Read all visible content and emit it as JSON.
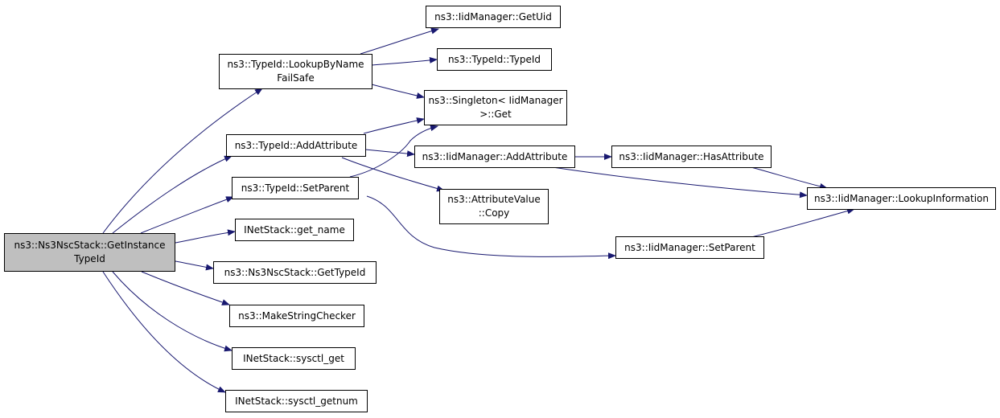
{
  "graph": {
    "edge_color": "#191970",
    "root_fill": "#bfbfbf",
    "nodes": [
      {
        "id": "root",
        "label": "ns3::Ns3NscStack::GetInstance\nTypeId"
      },
      {
        "id": "lookup",
        "label": "ns3::TypeId::LookupByName\nFailSafe"
      },
      {
        "id": "addattr",
        "label": "ns3::TypeId::AddAttribute"
      },
      {
        "id": "setparent",
        "label": "ns3::TypeId::SetParent"
      },
      {
        "id": "getname",
        "label": "INetStack::get_name"
      },
      {
        "id": "gettypeid",
        "label": "ns3::Ns3NscStack::GetTypeId"
      },
      {
        "id": "mkstring",
        "label": "ns3::MakeStringChecker"
      },
      {
        "id": "sysctlget",
        "label": "INetStack::sysctl_get"
      },
      {
        "id": "sysctlgetnum",
        "label": "INetStack::sysctl_getnum"
      },
      {
        "id": "getuid",
        "label": "ns3::IidManager::GetUid"
      },
      {
        "id": "typeidctor",
        "label": "ns3::TypeId::TypeId"
      },
      {
        "id": "singleton",
        "label": "ns3::Singleton< IidManager\n>::Get"
      },
      {
        "id": "iidaddattr",
        "label": "ns3::IidManager::AddAttribute"
      },
      {
        "id": "attrcopy",
        "label": "ns3::AttributeValue\n::Copy"
      },
      {
        "id": "hasattr",
        "label": "ns3::IidManager::HasAttribute"
      },
      {
        "id": "lookupinfo",
        "label": "ns3::IidManager::LookupInformation"
      },
      {
        "id": "iidsetparent",
        "label": "ns3::IidManager::SetParent"
      }
    ]
  }
}
